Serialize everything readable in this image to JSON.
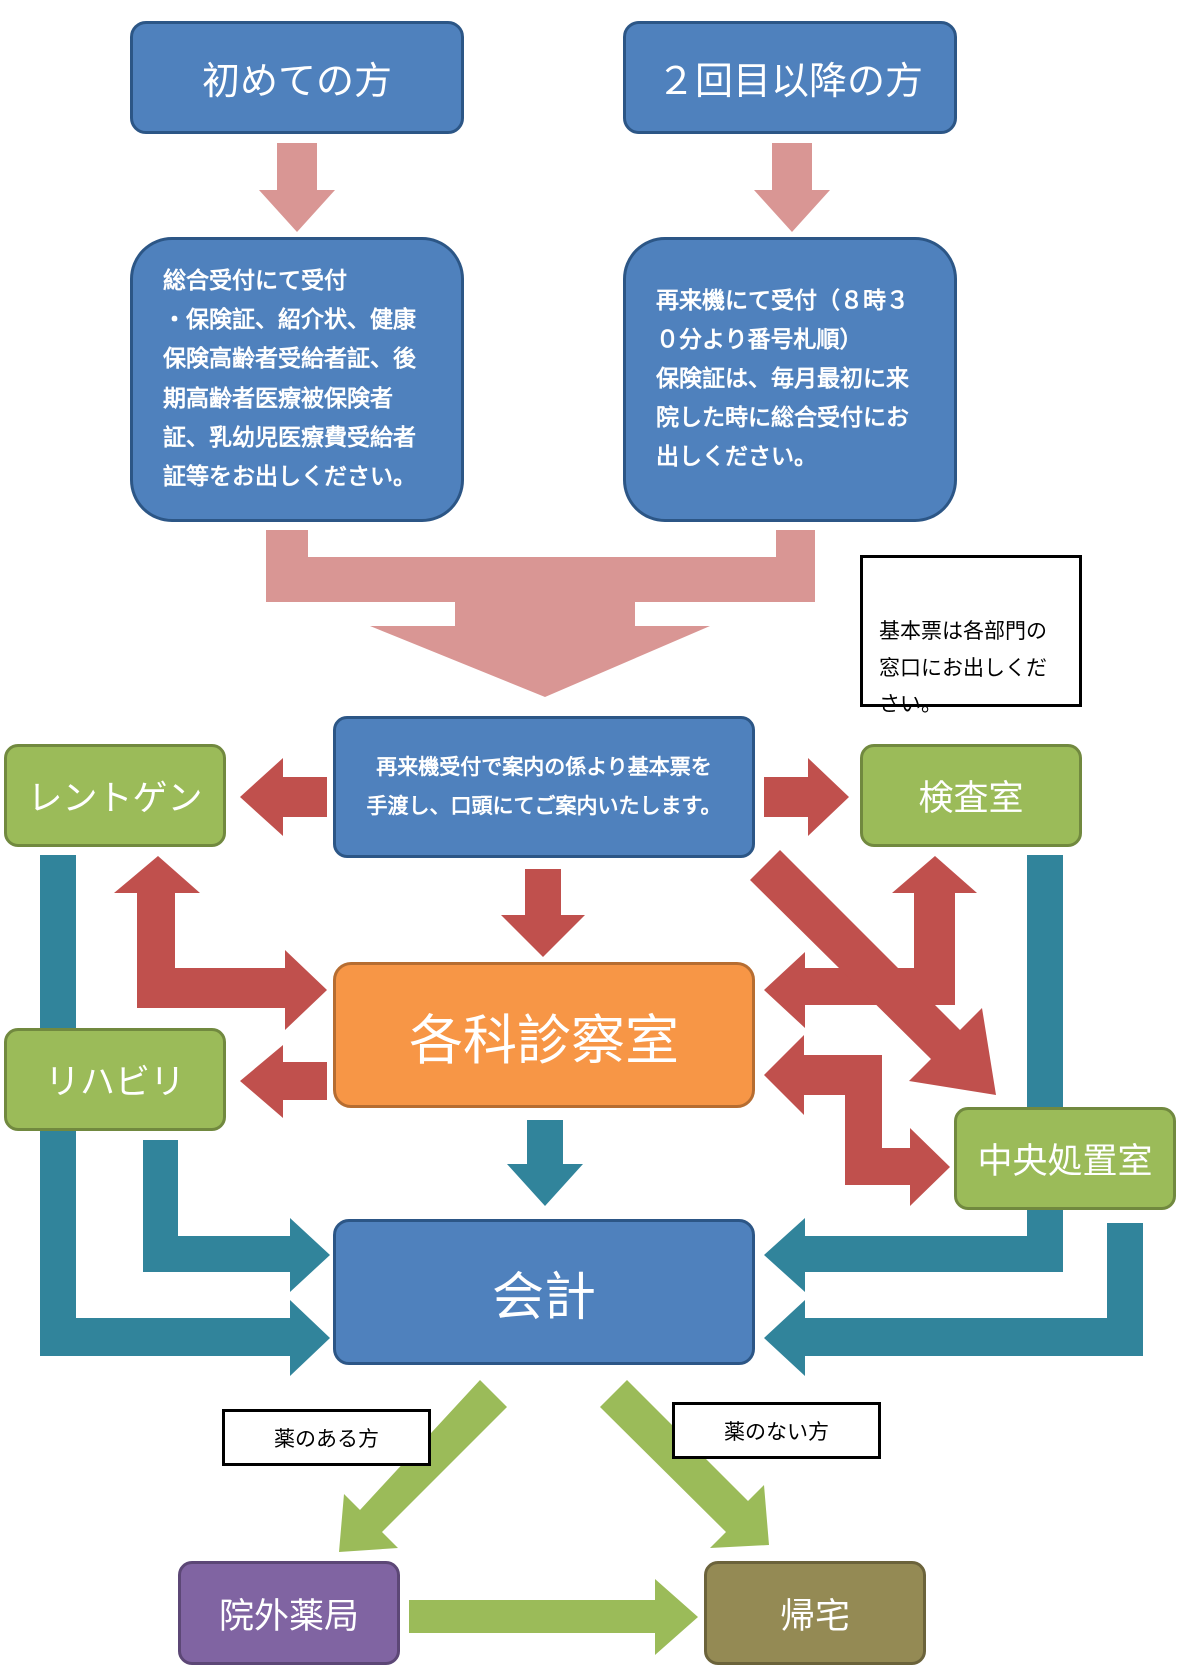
{
  "first_visit": "初めての方",
  "repeat_visit": "２回目以降の方",
  "first_reception": "総合受付にて受付\n・保険証、紹介状、健康\n保険高齢者受給者証、後\n期高齢者医療被保険者\n証、乳幼児医療費受給者\n証等をお出しください。",
  "repeat_reception": "再来機にて受付（８時３\n０分より番号札順）\n保険証は、毎月最初に来\n院した時に総合受付にお\n出しください。",
  "basic_slip_note": "基本票は各部門の\n窓口にお出しくだ\nさい。",
  "guidance": "再来機受付で案内の係より基本票を\n手渡し、口頭にてご案内いたします。",
  "xray": "レントゲン",
  "lab": "検査室",
  "exam_rooms": "各科診察室",
  "rehab": "リハビリ",
  "treatment": "中央処置室",
  "billing": "会計",
  "with_medicine": "薬のある方",
  "without_medicine": "薬のない方",
  "pharmacy": "院外薬局",
  "home": "帰宅",
  "colors": {
    "blue_box": "#4f81bd",
    "green_box": "#9bbb59",
    "orange_box": "#f79646",
    "purple_box": "#8064a2",
    "olive_box": "#948a54",
    "pink_arrow": "#d99694",
    "red_arrow": "#c0504d",
    "teal_arrow": "#31849b",
    "green_arrow": "#9bbb59"
  }
}
